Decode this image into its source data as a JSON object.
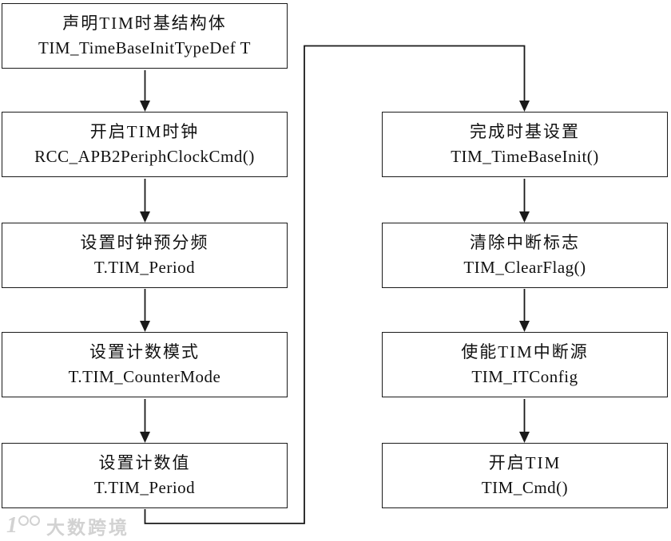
{
  "diagram": {
    "description": "TIM timer time-base initialization flowchart",
    "nodes": {
      "l1": {
        "title": "声明TIM时基结构体",
        "code": "TIM_TimeBaseInitTypeDef  T"
      },
      "l2": {
        "title": "开启TIM时钟",
        "code": "RCC_APB2PeriphClockCmd()"
      },
      "l3": {
        "title": "设置时钟预分频",
        "code": "T.TIM_Period"
      },
      "l4": {
        "title": "设置计数模式",
        "code": "T.TIM_CounterMode"
      },
      "l5": {
        "title": "设置计数值",
        "code": "T.TIM_Period"
      },
      "r1": {
        "title": "完成时基设置",
        "code": "TIM_TimeBaseInit()"
      },
      "r2": {
        "title": "清除中断标志",
        "code": "TIM_ClearFlag()"
      },
      "r3": {
        "title": "使能TIM中断源",
        "code": "TIM_ITConfig"
      },
      "r4": {
        "title": "开启TIM",
        "code": "TIM_Cmd()"
      }
    },
    "edges": [
      [
        "l1",
        "l2"
      ],
      [
        "l2",
        "l3"
      ],
      [
        "l3",
        "l4"
      ],
      [
        "l4",
        "l5"
      ],
      [
        "l5",
        "r1"
      ],
      [
        "r1",
        "r2"
      ],
      [
        "r2",
        "r3"
      ],
      [
        "r3",
        "r4"
      ]
    ],
    "colors": {
      "box_border": "#1a1a1a",
      "box_background": "#ffffff",
      "text": "#111111",
      "line": "#1a1a1a"
    }
  },
  "watermark": {
    "logo": "100",
    "text": "大数跨境",
    "color": "#d2d2d2"
  }
}
